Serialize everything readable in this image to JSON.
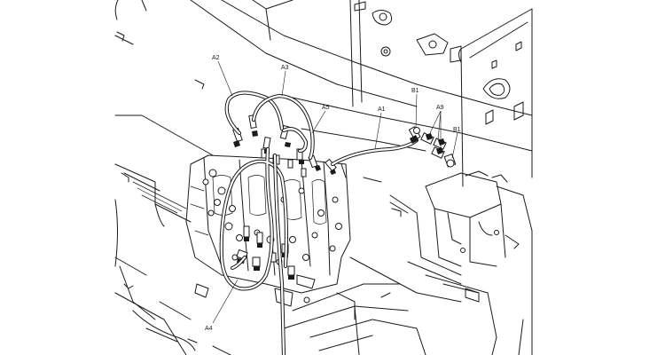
{
  "labels": {
    "a1": "A1",
    "a2": "A2",
    "a3": "A3",
    "a4": "A4",
    "a5": "A5",
    "a9": "A9",
    "b1_top": "B1",
    "b1_right": "B1"
  }
}
